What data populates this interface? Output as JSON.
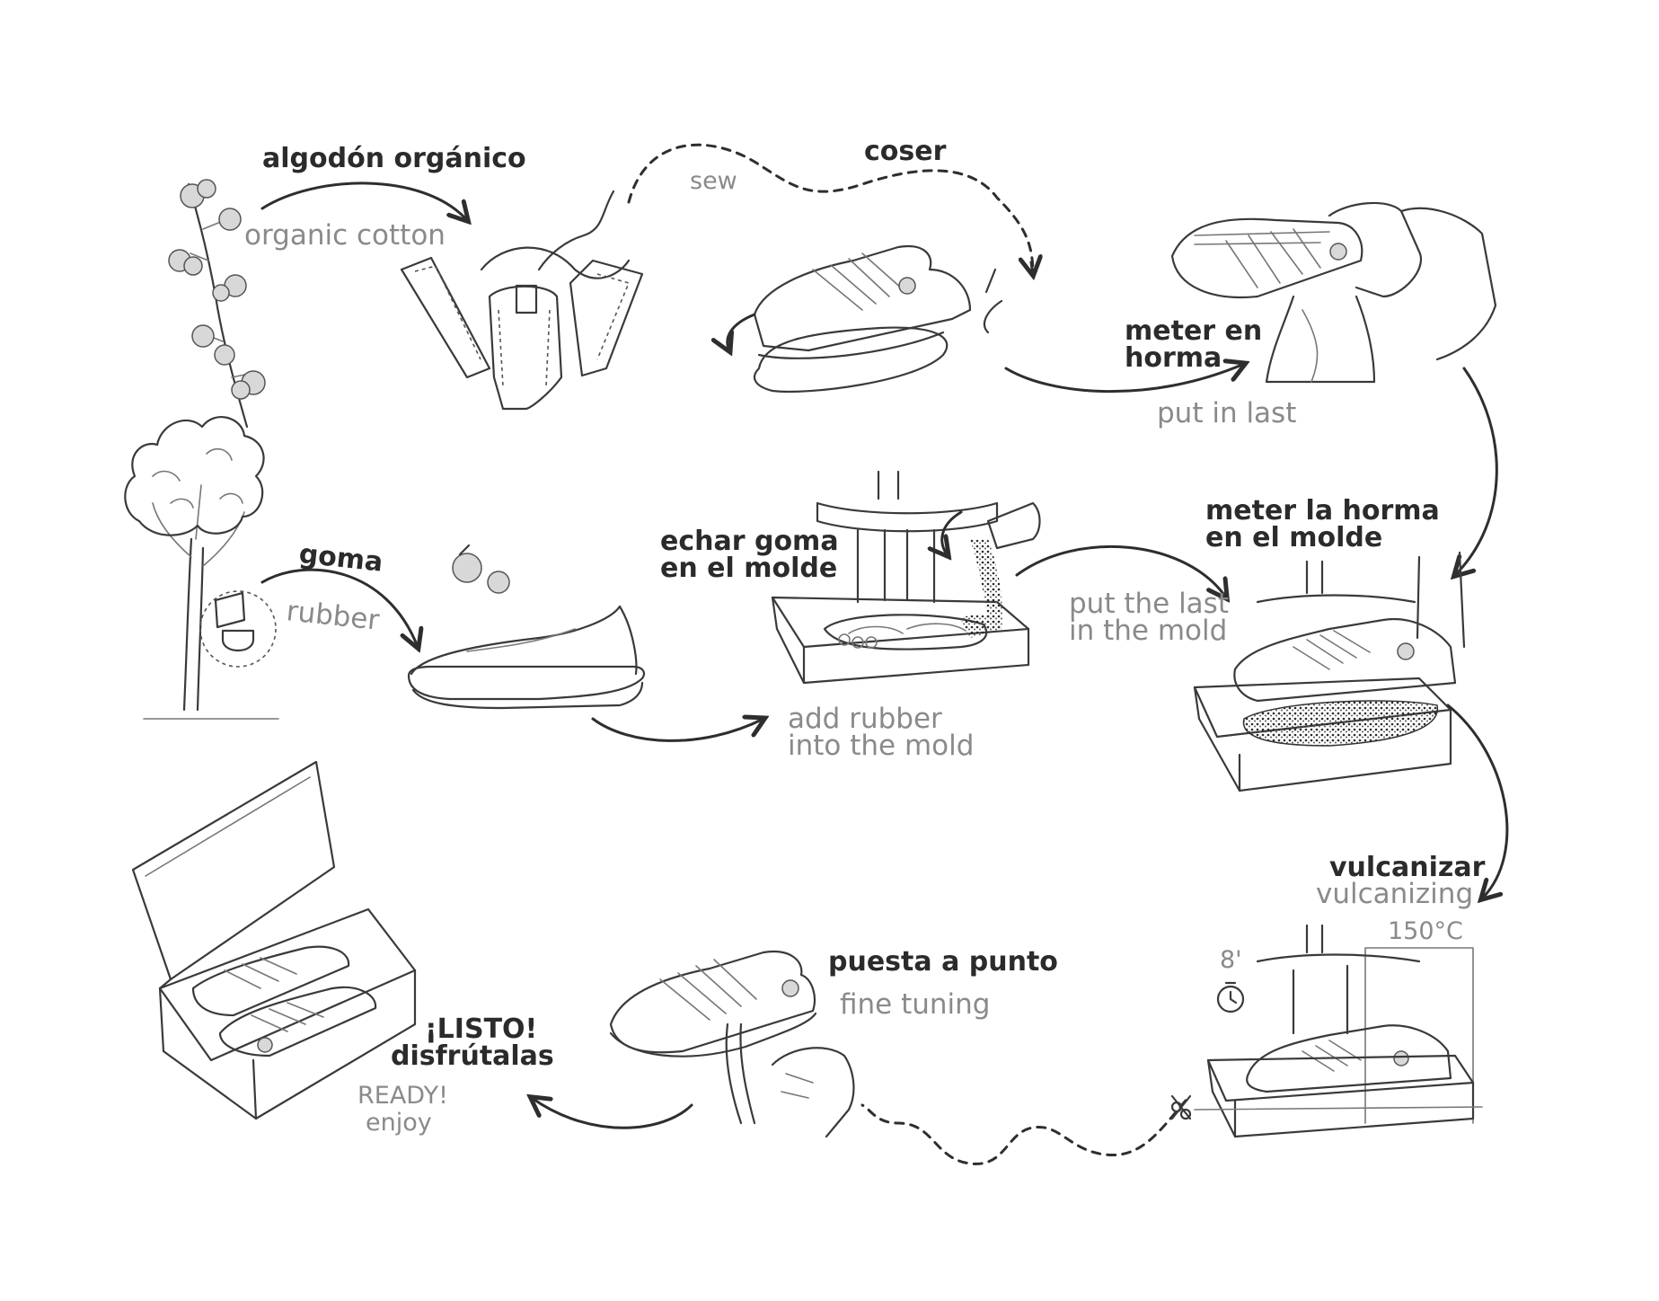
{
  "steps": {
    "cotton": {
      "es": "algodón orgánico",
      "en": "organic cotton"
    },
    "sew": {
      "es": "coser",
      "en": "sew"
    },
    "last": {
      "es1": "meter en",
      "es2": "horma",
      "en": "put in last"
    },
    "rubber": {
      "es": "goma",
      "en": "rubber"
    },
    "pour": {
      "es1": "echar goma",
      "es2": "en el molde",
      "en1": "add rubber",
      "en2": "into the mold"
    },
    "mold": {
      "es1": "meter la horma",
      "es2": "en el molde",
      "en1": "put the last",
      "en2": "in the mold"
    },
    "vulcanize": {
      "es": "vulcanizar",
      "en": "vulcanizing",
      "temperature": "150°C",
      "time": "8'"
    },
    "tuning": {
      "es": "puesta a punto",
      "en": "fine tuning"
    },
    "ready": {
      "es1": "¡LISTO!",
      "es2": "disfrútalas",
      "en1": "READY!",
      "en2": "enjoy"
    }
  }
}
